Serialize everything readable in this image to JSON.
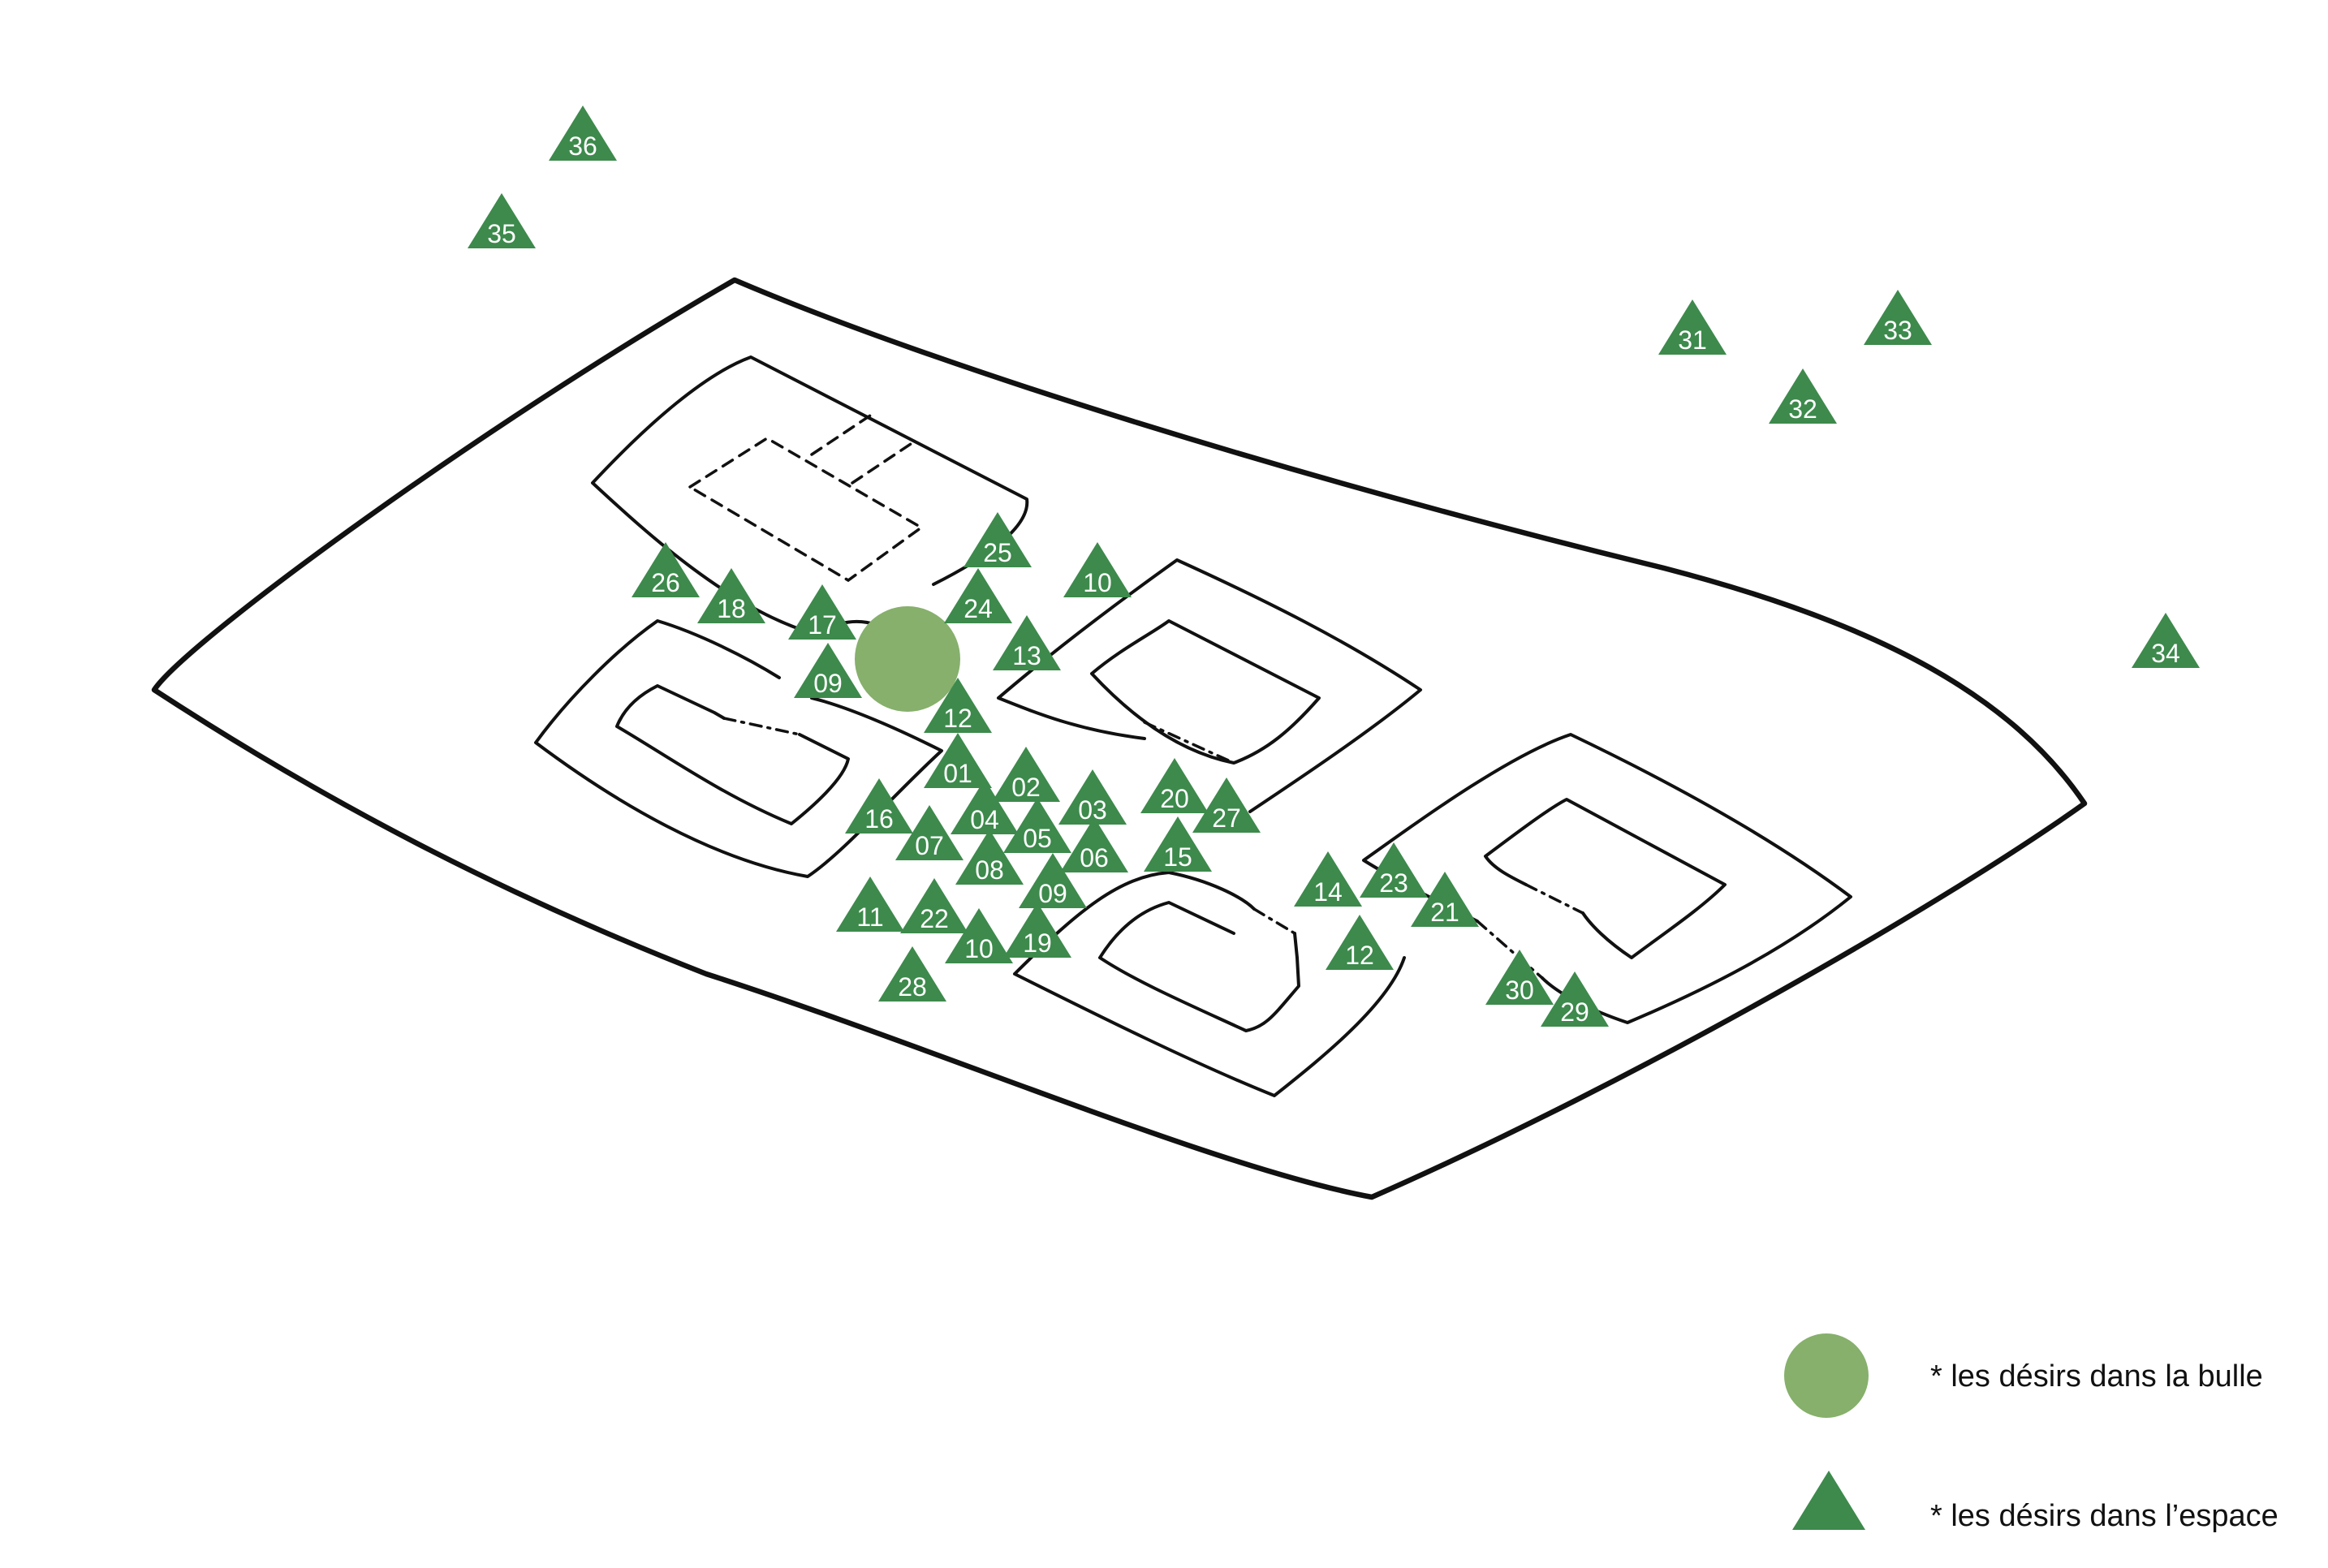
{
  "colors": {
    "bubble": "#86b06c",
    "space": "#3d8a4c"
  },
  "markers": [
    {
      "label": "36"
    },
    {
      "label": "35"
    },
    {
      "label": "31"
    },
    {
      "label": "33"
    },
    {
      "label": "32"
    },
    {
      "label": "34"
    },
    {
      "label": "26"
    },
    {
      "label": "18"
    },
    {
      "label": "17"
    },
    {
      "label": "25"
    },
    {
      "label": "24"
    },
    {
      "label": "10"
    },
    {
      "label": "13"
    },
    {
      "label": "09"
    },
    {
      "label": "12"
    },
    {
      "label": "01"
    },
    {
      "label": "02"
    },
    {
      "label": "16"
    },
    {
      "label": "04"
    },
    {
      "label": "03"
    },
    {
      "label": "20"
    },
    {
      "label": "27"
    },
    {
      "label": "07"
    },
    {
      "label": "05"
    },
    {
      "label": "06"
    },
    {
      "label": "08"
    },
    {
      "label": "15"
    },
    {
      "label": "09"
    },
    {
      "label": "14"
    },
    {
      "label": "23"
    },
    {
      "label": "21"
    },
    {
      "label": "11"
    },
    {
      "label": "22"
    },
    {
      "label": "10"
    },
    {
      "label": "19"
    },
    {
      "label": "12"
    },
    {
      "label": "28"
    },
    {
      "label": "30"
    },
    {
      "label": "29"
    }
  ],
  "bubble": {
    "icon": "circle-bubble"
  },
  "legend": {
    "bubble_label": "* les désirs dans la bulle",
    "space_label": "* les désirs dans l’espace"
  }
}
